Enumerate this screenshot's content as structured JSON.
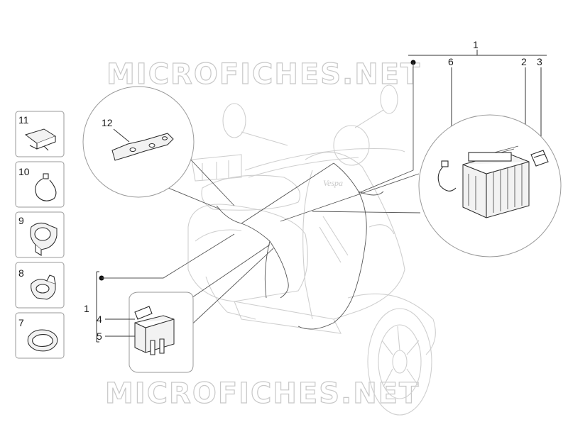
{
  "watermark": {
    "text": "MICROFICHES.NET"
  },
  "callouts": {
    "c1_top": "1",
    "c2": "2",
    "c3": "3",
    "c6": "6",
    "c12": "12",
    "c1_left": "1",
    "c4": "4",
    "c5": "5",
    "c7": "7",
    "c8": "8",
    "c9": "9",
    "c10": "10",
    "c11": "11"
  },
  "scooter_badge": "Vespa"
}
